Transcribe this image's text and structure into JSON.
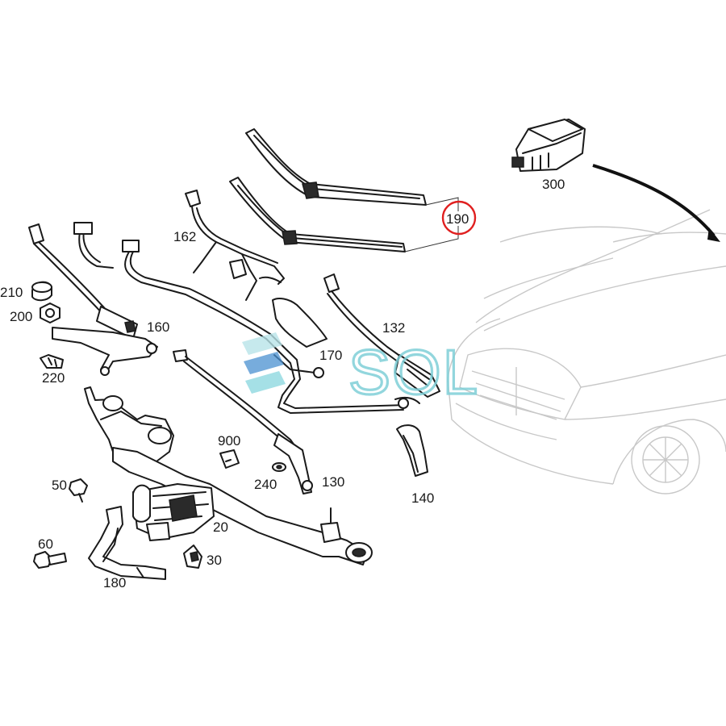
{
  "watermark": {
    "text": "SOL",
    "color": "#7fd0d8"
  },
  "highlight_color": "#e02020",
  "callouts": {
    "c190": "190",
    "c300": "300",
    "c162": "162",
    "c210": "210",
    "c200": "200",
    "c160": "160",
    "c132": "132",
    "c170": "170",
    "c220": "220",
    "c900": "900",
    "c50": "50",
    "c240": "240",
    "c130": "130",
    "c140": "140",
    "c20": "20",
    "c60": "60",
    "c30": "30",
    "c180": "180"
  }
}
